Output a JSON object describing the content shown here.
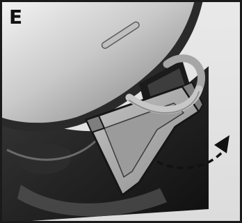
{
  "figure": {
    "step_label": "E",
    "depicted": {
      "main_object": "appliance-lid",
      "part": "hinged-flap",
      "accessory": "curved-cord-loop",
      "motion": "curved-dashed-arrow",
      "motion_direction": "up-right"
    },
    "colors": {
      "background": "#ffffff",
      "border": "#1a1a1a",
      "lid_light": "#f2f2f2",
      "lid_dark": "#6e6e6e",
      "body_dark": "#1c1c1c",
      "flap_fill": "#a9a9a9",
      "flap_stroke": "#161616",
      "cord": "#bdbdbd"
    }
  }
}
